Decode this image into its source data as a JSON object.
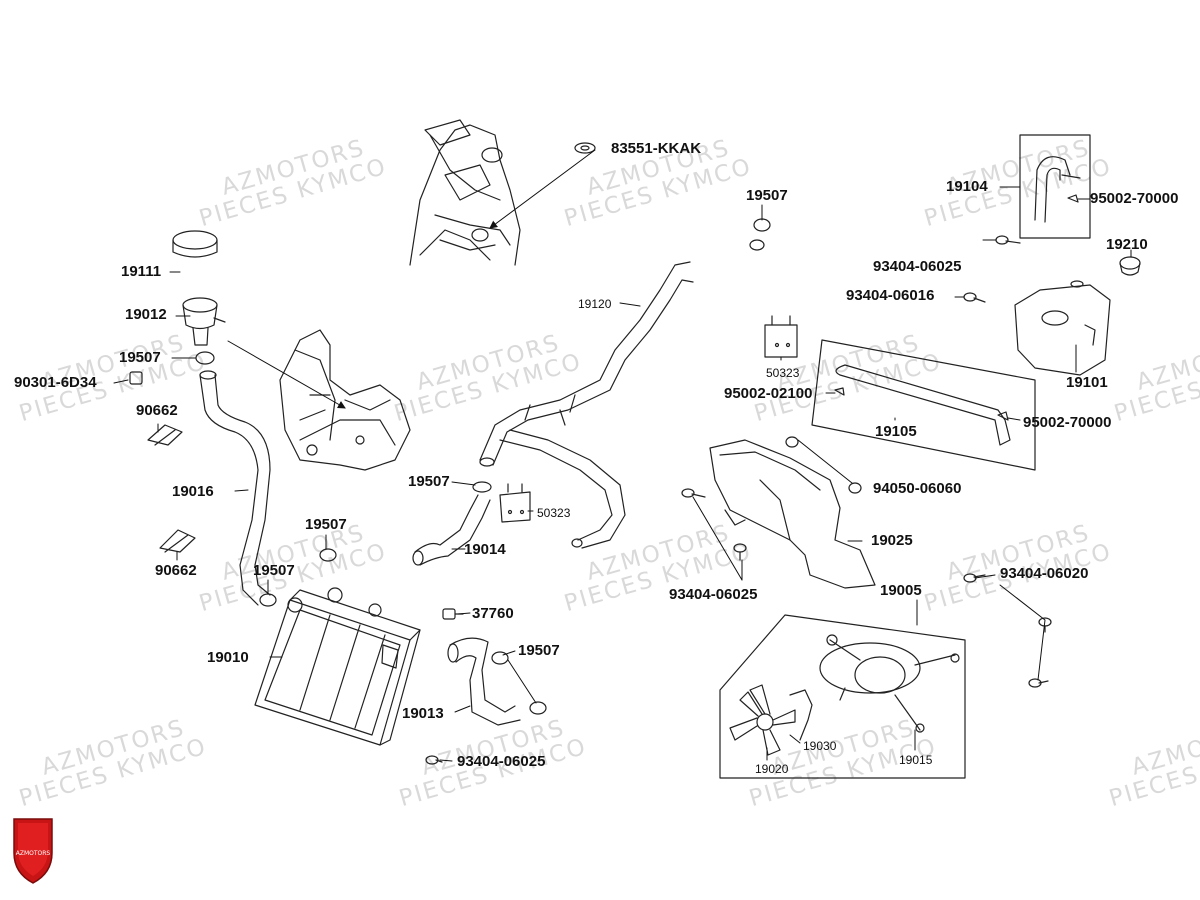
{
  "watermark": {
    "line1": "AZMOTORS",
    "line2": "PIECES KYMCO"
  },
  "logo_text": "AZMOTORS",
  "labels": {
    "p83551": "83551-KKAK",
    "p19507a": "19507",
    "p19104": "19104",
    "p95002a": "95002-70000",
    "p19210": "19210",
    "p19111": "19111",
    "p19012": "19012",
    "p19507b": "19507",
    "p90301": "90301-6D34",
    "p90662a": "90662",
    "p19120": "19120",
    "p93404a": "93404-06025",
    "p93404b": "93404-06016",
    "p50323a": "50323",
    "p19101": "19101",
    "p95002b": "95002-02100",
    "p95002c": "95002-70000",
    "p19105": "19105",
    "p19016": "19016",
    "p19507c": "19507",
    "p50323b": "50323",
    "p94050": "94050-06060",
    "p19014": "19014",
    "p19507d": "19507",
    "p19025": "19025",
    "p90662b": "90662",
    "p19507e": "19507",
    "p93404c": "93404-06025",
    "p19005": "19005",
    "p93404d": "93404-06020",
    "p37760": "37760",
    "p19010": "19010",
    "p19507f": "19507",
    "p19030": "19030",
    "p19013": "19013",
    "p19020": "19020",
    "p19015": "19015",
    "p93404e": "93404-06025"
  }
}
